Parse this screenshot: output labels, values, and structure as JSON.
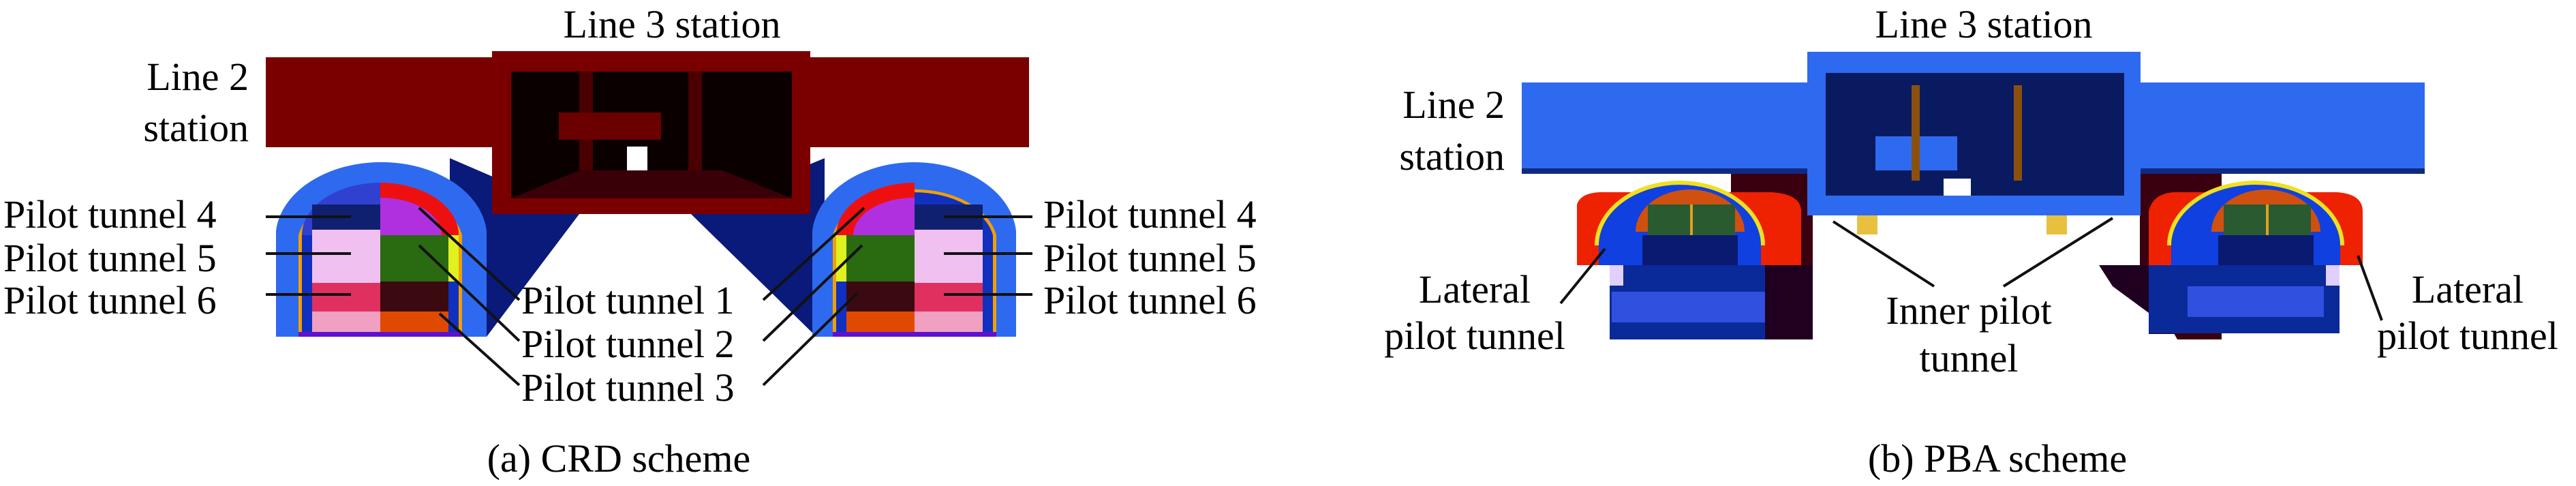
{
  "panel_a": {
    "caption": "(a) CRD scheme",
    "line3_label": "Line 3 station",
    "line2_label_1": "Line 2",
    "line2_label_2": "station",
    "left_labels": [
      "Pilot tunnel 4",
      "Pilot tunnel 5",
      "Pilot tunnel 6"
    ],
    "right_labels": [
      "Pilot tunnel 4",
      "Pilot tunnel 5",
      "Pilot tunnel 6"
    ],
    "center_labels": [
      "Pilot tunnel 1",
      "Pilot tunnel 2",
      "Pilot tunnel 3"
    ],
    "colors": {
      "station": "#7a0000",
      "tunnel_shell": "#2e6af0",
      "wedge": "#0a1a7a"
    }
  },
  "panel_b": {
    "caption": "(b) PBA scheme",
    "line3_label": "Line 3 station",
    "line2_label_1": "Line 2",
    "line2_label_2": "station",
    "lateral_left_1": "Lateral",
    "lateral_left_2": "pilot tunnel",
    "inner_1": "Inner pilot",
    "inner_2": "tunnel",
    "lateral_right_1": "Lateral",
    "lateral_right_2": "pilot tunnel",
    "colors": {
      "station": "#2e6af0",
      "shell": "#ee2200",
      "box": "#0a2a9a"
    }
  }
}
